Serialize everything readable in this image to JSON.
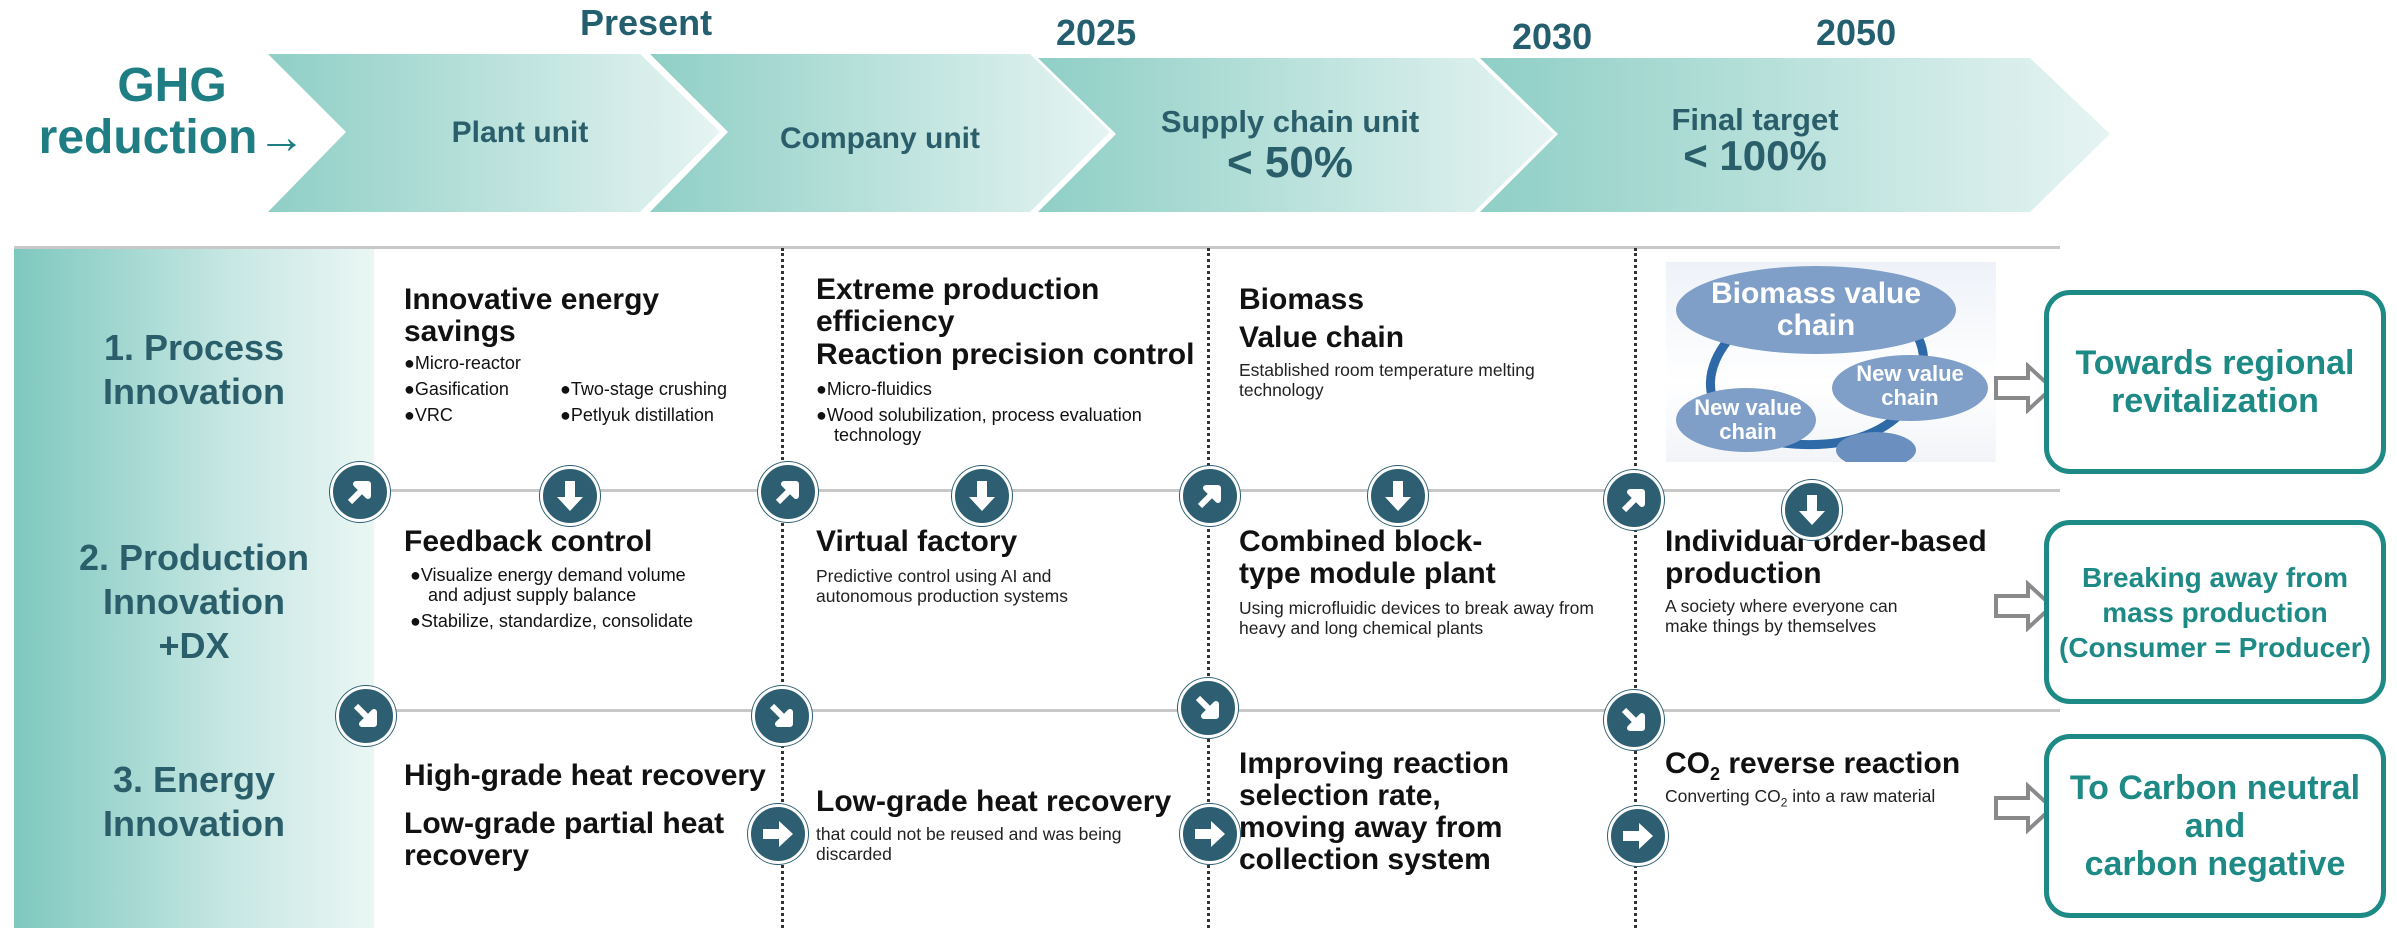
{
  "header": {
    "ghg_line1": "GHG",
    "ghg_line2": "reduction→",
    "years": [
      "Present",
      "2025",
      "2030",
      "2050"
    ],
    "chevrons": [
      {
        "label": "Plant unit",
        "value": ""
      },
      {
        "label": "Company unit",
        "value": ""
      },
      {
        "label": "Supply chain unit",
        "value": "< 50%"
      },
      {
        "label": "Final target",
        "value": "< 100%"
      }
    ]
  },
  "rows": [
    {
      "line1": "1. Process",
      "line2": "Innovation",
      "line3": ""
    },
    {
      "line1": "2. Production",
      "line2": "Innovation",
      "line3": "+DX"
    },
    {
      "line1": "3. Energy",
      "line2": "Innovation",
      "line3": ""
    }
  ],
  "process": {
    "c1": {
      "title1": "Innovative energy",
      "title2": "savings",
      "bullets": [
        "●Micro-reactor",
        "●Gasification",
        "●Two-stage crushing",
        "●VRC",
        "●Petlyuk distillation"
      ]
    },
    "c2": {
      "title1": "Extreme production",
      "title2": "efficiency",
      "title3": "Reaction precision control",
      "bullets": [
        "●Micro-fluidics",
        "●Wood solubilization, process evaluation",
        "technology"
      ]
    },
    "c3": {
      "title1": "Biomass",
      "title2": "Value chain",
      "note1": "Established room temperature melting",
      "note2": "technology"
    },
    "c4": {
      "ellipse_main": [
        "Biomass value",
        "chain"
      ],
      "ellipse_left": [
        "New value",
        "chain"
      ],
      "ellipse_right": [
        "New value",
        "chain"
      ]
    }
  },
  "production": {
    "c1": {
      "title": "Feedback control",
      "bullets": [
        "●Visualize energy demand volume",
        "and adjust supply balance",
        "●Stabilize, standardize, consolidate"
      ]
    },
    "c2": {
      "title": "Virtual factory",
      "note1": "Predictive control using AI and",
      "note2": "autonomous production systems"
    },
    "c3": {
      "title1": "Combined block-",
      "title2": "type module plant",
      "note1": "Using microfluidic devices to break away from",
      "note2": "heavy and long chemical plants"
    },
    "c4": {
      "title1": "Individual order-based",
      "title2": "production",
      "note1": "A society where everyone can",
      "note2": "make things by themselves"
    }
  },
  "energy": {
    "c1": {
      "title1": "High-grade heat recovery",
      "title2": "Low-grade partial heat",
      "title3": "recovery"
    },
    "c2": {
      "title": "Low-grade heat recovery",
      "note1": "that could not be reused and was being",
      "note2": "discarded"
    },
    "c3": {
      "title1": "Improving reaction",
      "title2": "selection rate,",
      "title3": "moving away from",
      "title4": "collection system"
    },
    "c4": {
      "title_pre": "CO",
      "title_sub": "2",
      "title_post": " reverse reaction",
      "note_pre": "Converting CO",
      "note_sub": "2",
      "note_post": " into a raw material"
    }
  },
  "targets": [
    {
      "line1": "Towards regional",
      "line2": "revitalization",
      "line3": ""
    },
    {
      "line1": "Breaking away from",
      "line2": "mass production",
      "line3": "(Consumer = Producer)"
    },
    {
      "line1": "To Carbon neutral",
      "line2": "and",
      "line3": "carbon negative"
    }
  ],
  "colors": {
    "teal_dark": "#1f7e84",
    "chevron_gradient_start": "#8fcfc6",
    "chevron_gradient_end": "#e6f4f2",
    "circle": "#2d5e72",
    "target_border": "#1e8a86"
  }
}
